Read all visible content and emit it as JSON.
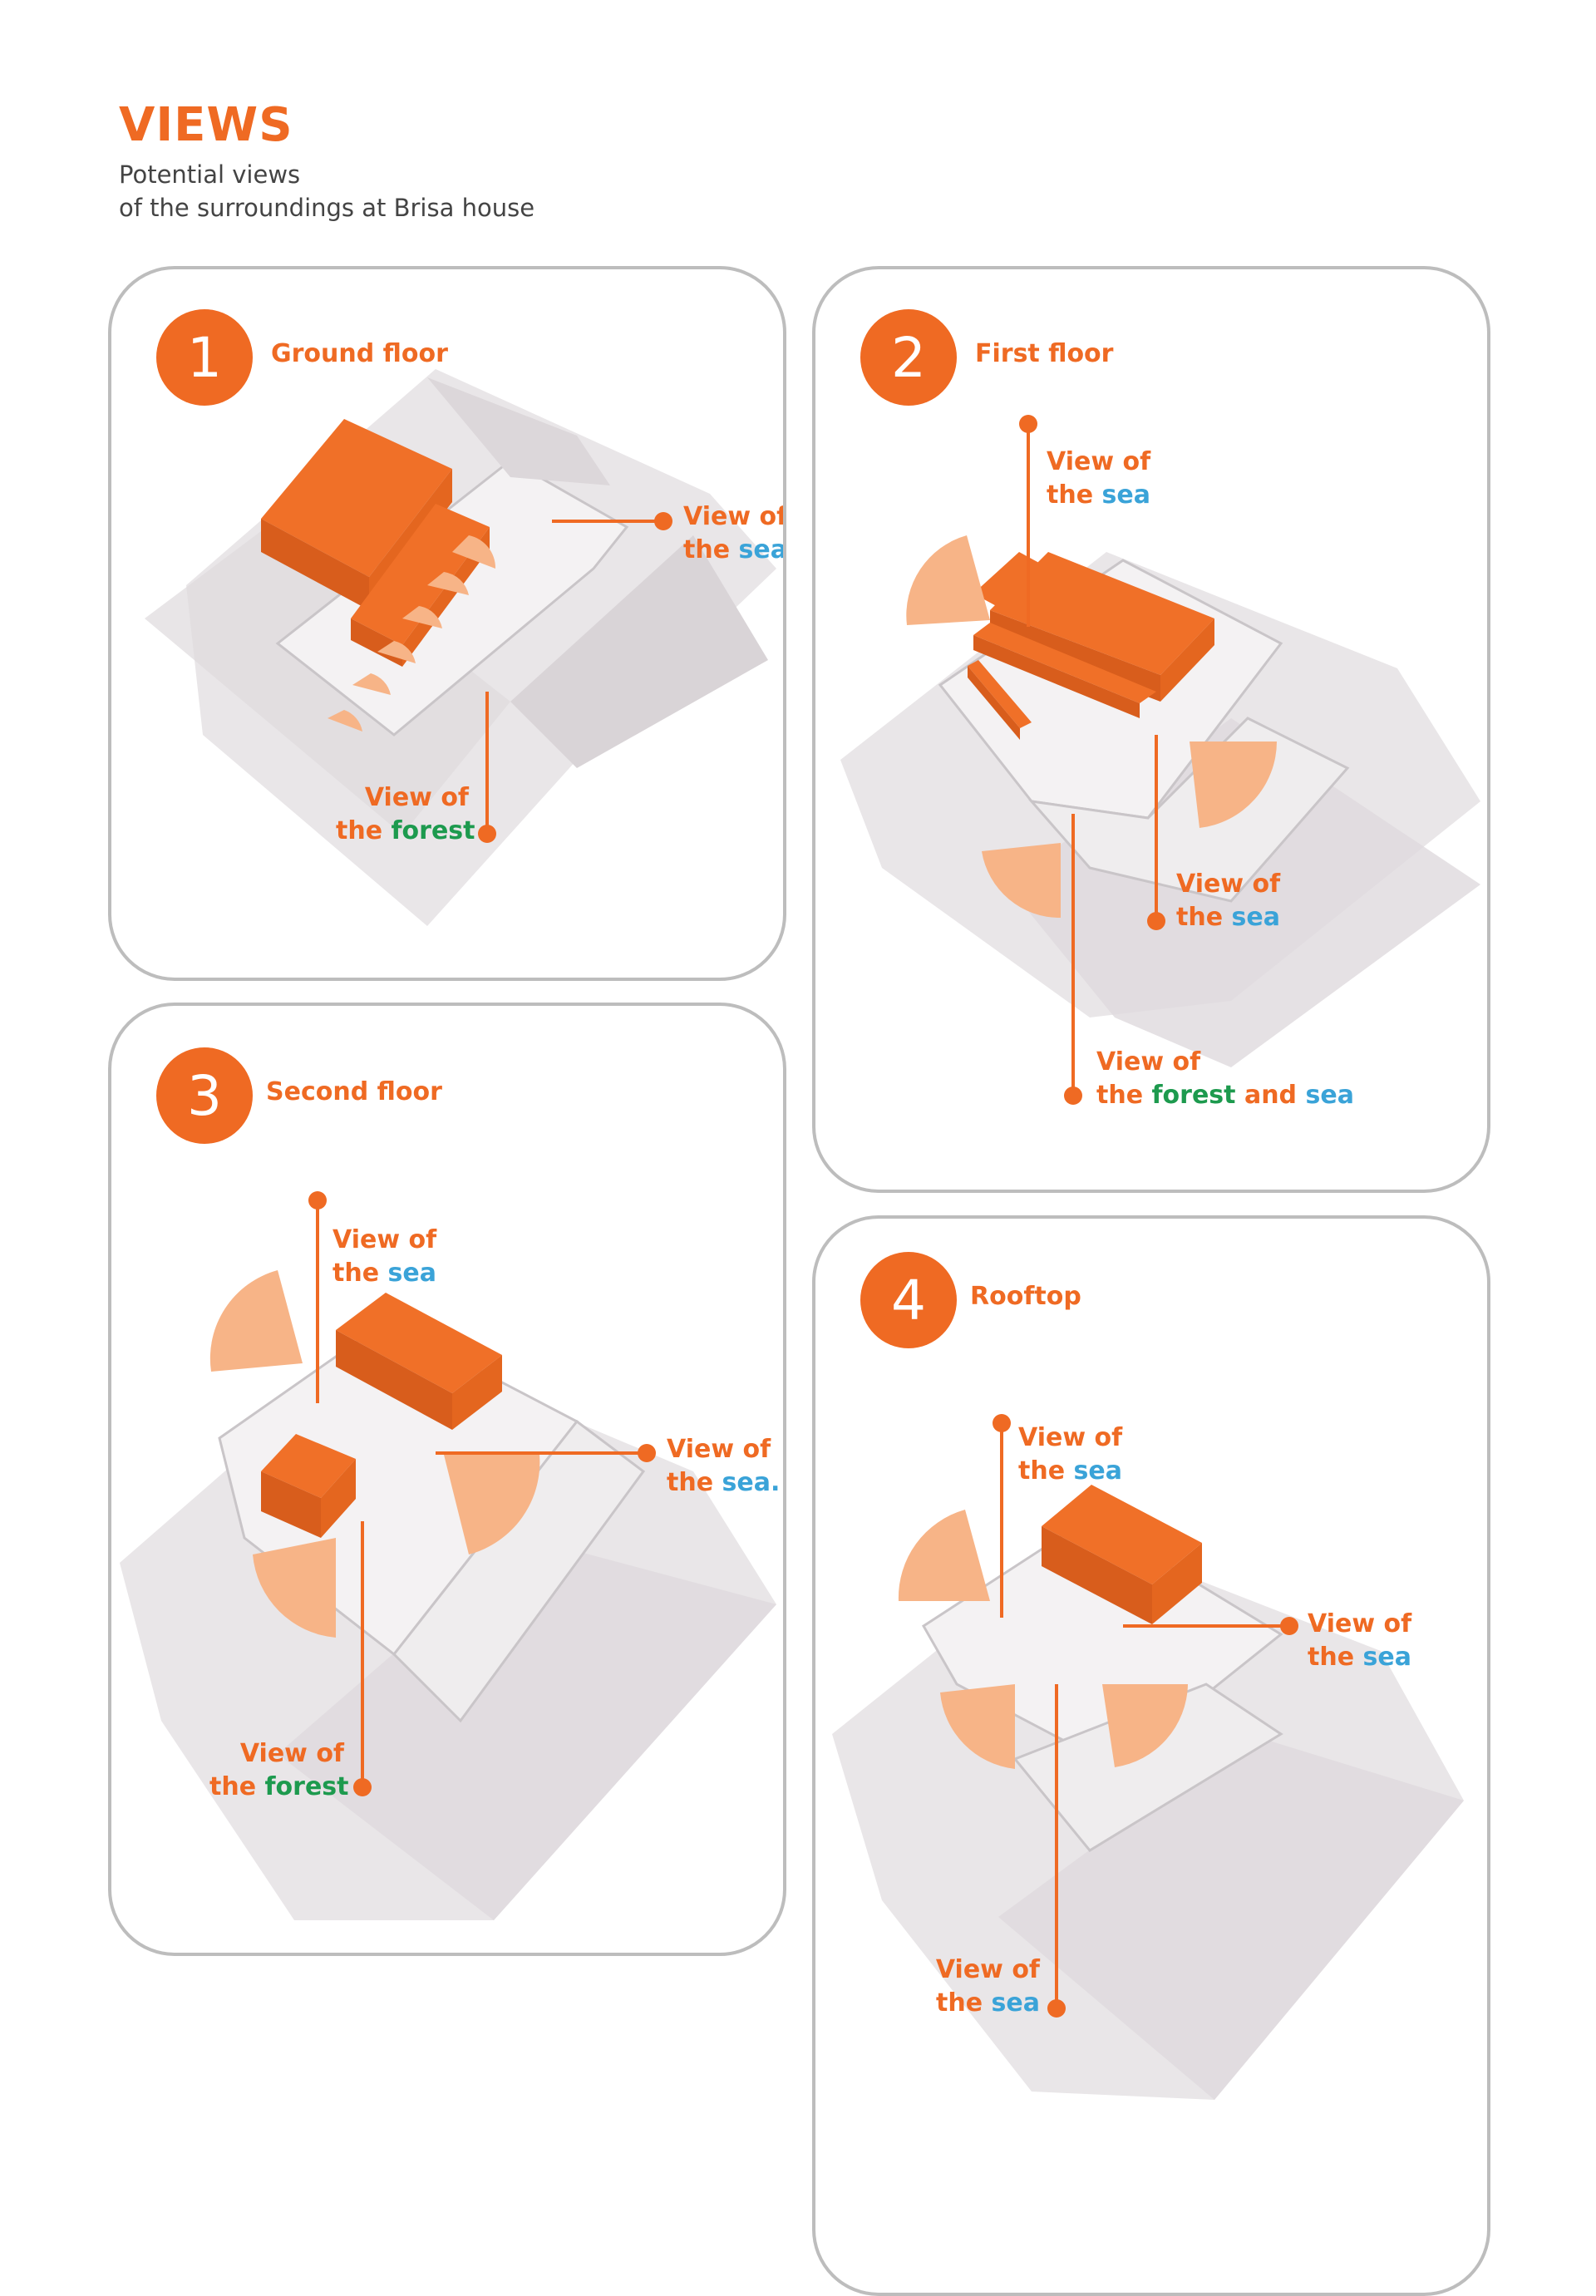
{
  "page": {
    "title": "VIEWS",
    "subtitle_line1": "Potential views",
    "subtitle_line2": "of the surroundings at Brisa house"
  },
  "colors": {
    "accent": "#ef6a23",
    "sea": "#3aa3d8",
    "forest": "#1d9a4e",
    "panel_border": "#bdbdbd",
    "text_dark": "#444444"
  },
  "panels": [
    {
      "number": "1",
      "label": "Ground floor",
      "callouts": [
        {
          "line1": "View of",
          "line2_prefix": "the ",
          "sea": "sea",
          "suffix": "."
        },
        {
          "line1": "View of",
          "line2_prefix": "the ",
          "forest": "forest"
        }
      ]
    },
    {
      "number": "2",
      "label": "First floor",
      "callouts": [
        {
          "line1": "View of",
          "line2_prefix": "the ",
          "sea": "sea"
        },
        {
          "line1": "View of",
          "line2_prefix": "the ",
          "sea": "sea"
        },
        {
          "line1": "View of",
          "line2_prefix": "the ",
          "forest": "forest",
          "and": " and ",
          "sea": "sea"
        }
      ]
    },
    {
      "number": "3",
      "label": "Second floor",
      "callouts": [
        {
          "line1": "View of",
          "line2_prefix": "the ",
          "sea": "sea"
        },
        {
          "line1": "View of",
          "line2_prefix": "the ",
          "sea": "sea",
          "suffix": "."
        },
        {
          "line1": "View of",
          "line2_prefix": "the ",
          "forest": "forest"
        }
      ]
    },
    {
      "number": "4",
      "label": "Rooftop",
      "callouts": [
        {
          "line1": "View of",
          "line2_prefix": "the ",
          "sea": "sea"
        },
        {
          "line1": "View of",
          "line2_prefix": "the ",
          "sea": "sea"
        },
        {
          "line1": "View of",
          "line2_prefix": "the ",
          "sea": "sea"
        }
      ]
    }
  ]
}
